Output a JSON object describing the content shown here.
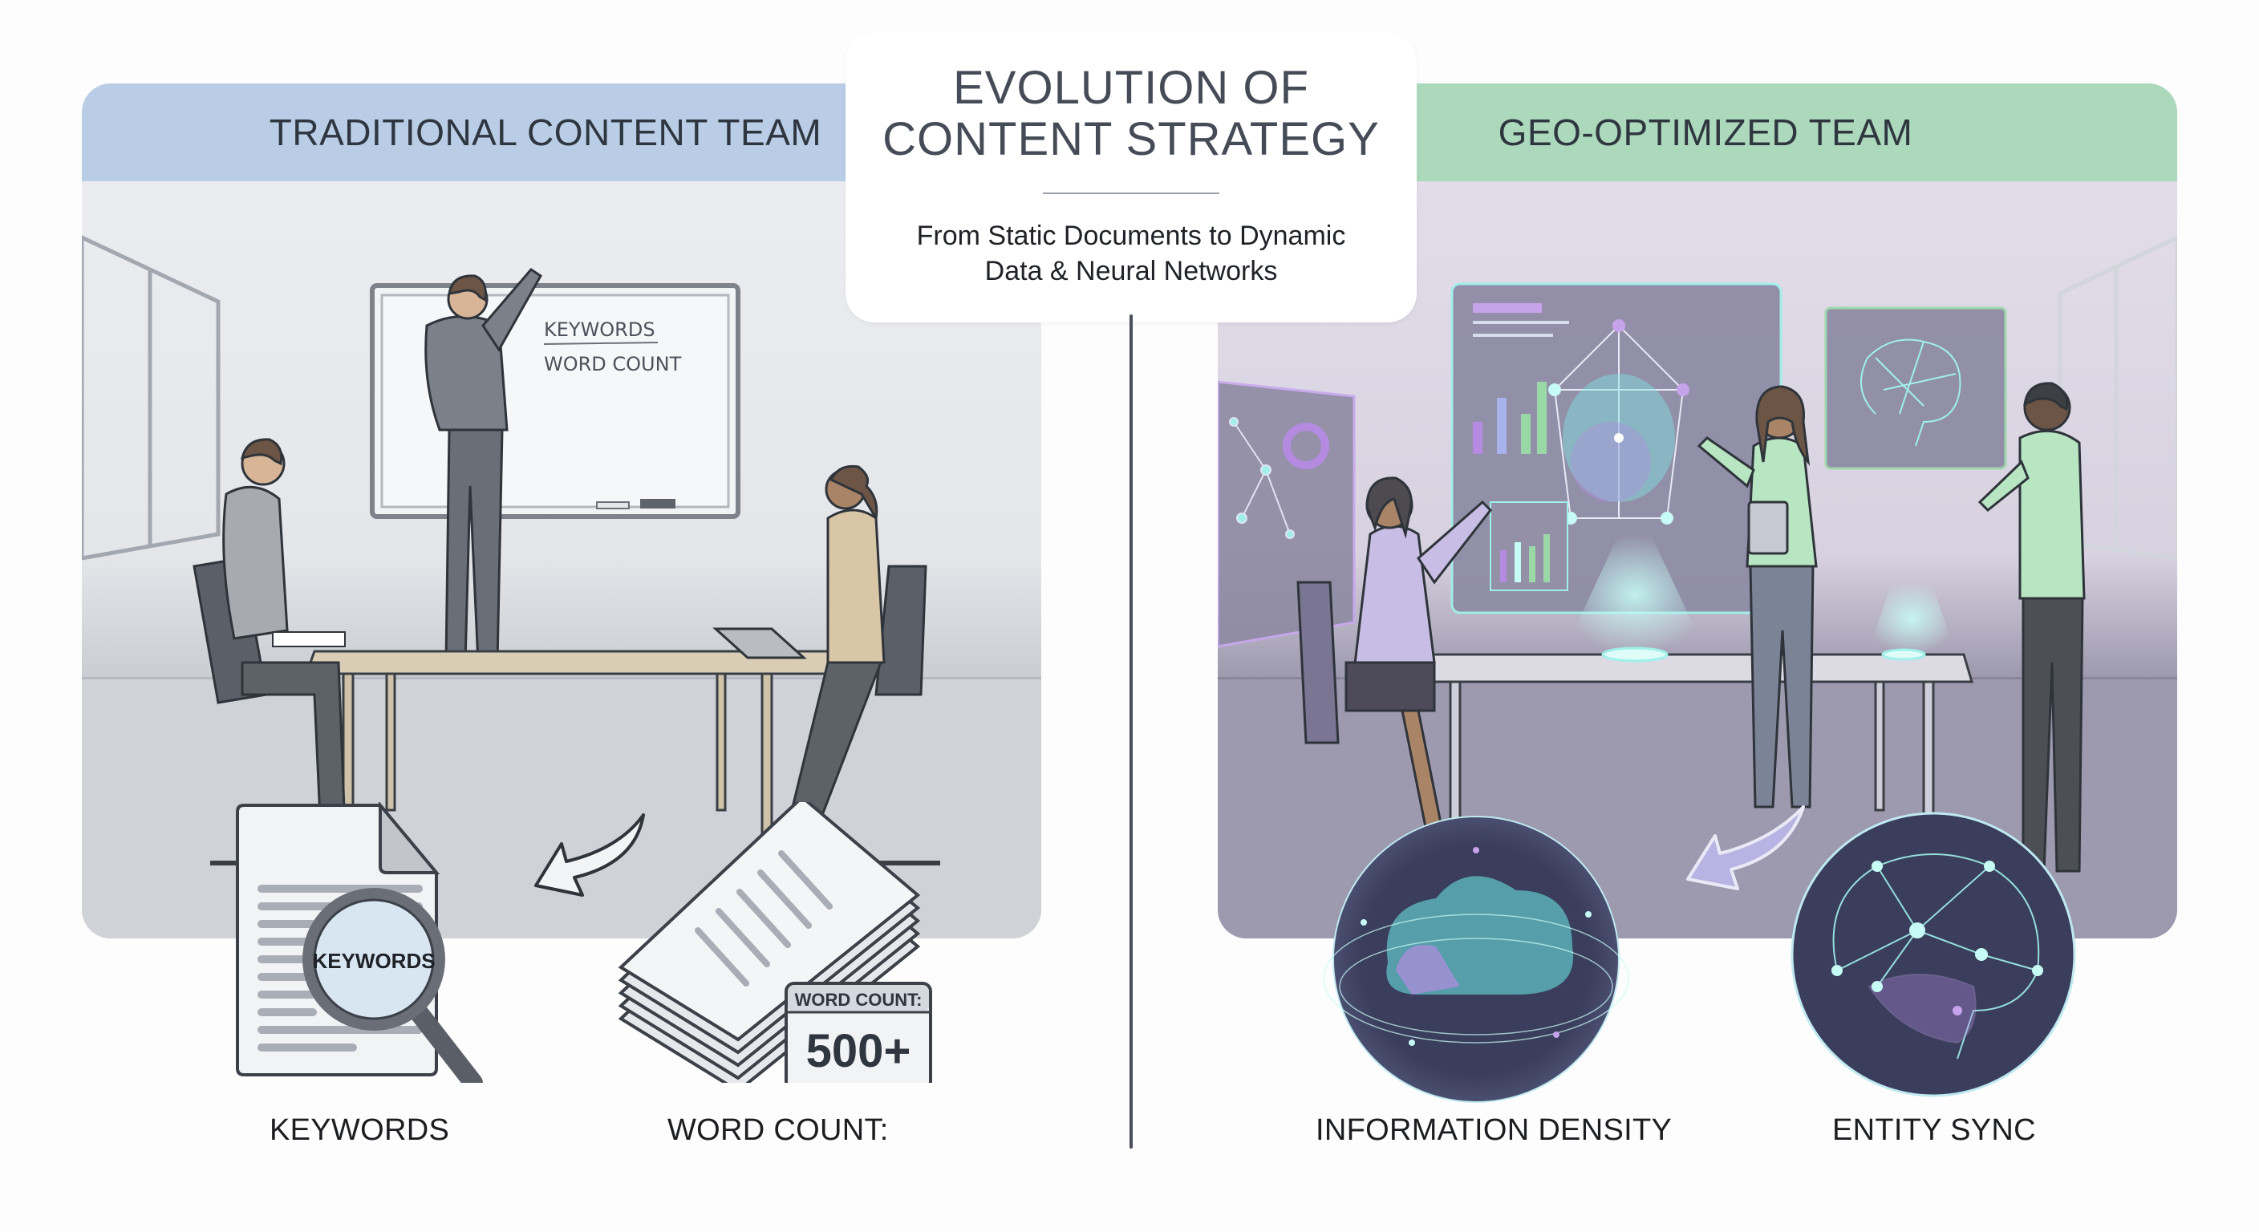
{
  "title": {
    "main_line1": "EVOLUTION OF",
    "main_line2": "CONTENT STRATEGY",
    "subtitle_line1": "From Static Documents to Dynamic",
    "subtitle_line2": "Data & Neural Networks"
  },
  "left_panel": {
    "header": "TRADITIONAL CONTENT TEAM",
    "header_color": "#b9cee6",
    "whiteboard": {
      "line1": "KEYWORDS",
      "line2": "WORD COUNT"
    },
    "icons": [
      {
        "name": "keyword-document-icon",
        "lens_text": "KEYWORDS",
        "label": "KEYWORDS"
      },
      {
        "name": "paper-stack-icon",
        "badge_title": "WORD COUNT:",
        "badge_value": "500+",
        "label": "WORD COUNT:"
      }
    ]
  },
  "right_panel": {
    "header": "GEO-OPTIMIZED TEAM",
    "header_color": "#acd9bc",
    "icons": [
      {
        "name": "data-cloud-icon",
        "label": "INFORMATION DENSITY"
      },
      {
        "name": "neural-brain-icon",
        "label": "ENTITY SYNC"
      }
    ]
  },
  "colors": {
    "text_dark": "#2f3640",
    "hologram_cyan": "#7fe6e0",
    "hologram_purple": "#b48be0",
    "orb_bg": "#3a3d5c"
  }
}
